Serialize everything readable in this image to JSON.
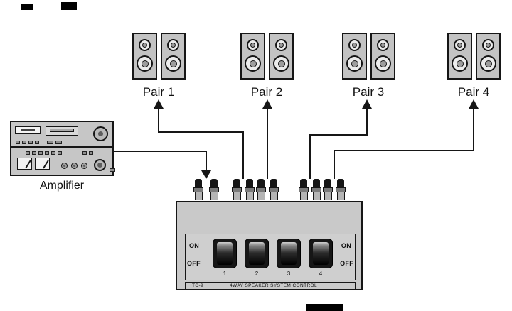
{
  "diagram": {
    "pairs": [
      {
        "label": "Pair 1"
      },
      {
        "label": "Pair 2"
      },
      {
        "label": "Pair 3"
      },
      {
        "label": "Pair 4"
      }
    ],
    "amplifier_label": "Amplifier",
    "control_box": {
      "on_label": "ON",
      "off_label": "OFF",
      "switch_numbers": [
        "1",
        "2",
        "3",
        "4"
      ],
      "model": "TC-9",
      "name": "4WAY SPEAKER SYSTEM CONTROL"
    },
    "connections": [
      {
        "from": "amplifier",
        "to": "selector-input"
      },
      {
        "from": "selector-output-1",
        "to": "Pair 1"
      },
      {
        "from": "selector-output-2",
        "to": "Pair 2"
      },
      {
        "from": "selector-output-3",
        "to": "Pair 3"
      },
      {
        "from": "selector-output-4",
        "to": "Pair 4"
      }
    ],
    "colors": {
      "device_gray": "#c9c9c9",
      "line_black": "#161616"
    }
  }
}
